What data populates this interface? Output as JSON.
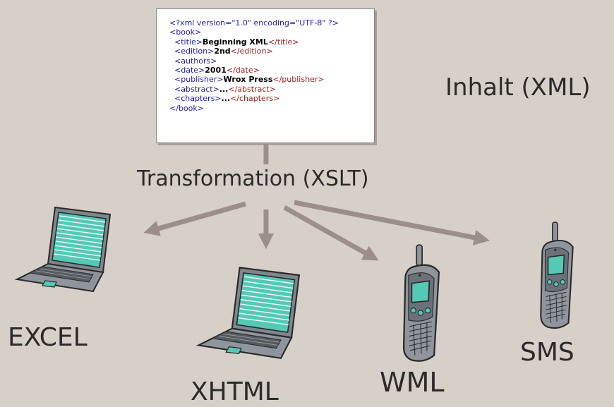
{
  "xml_document": {
    "lines": [
      {
        "indent": "",
        "parts": [
          {
            "t": "<?xml version=\"1.0\" encoding=\"UTF-8\" ?>",
            "c": "b"
          }
        ]
      },
      {
        "indent": "",
        "parts": [
          {
            "t": "<book>",
            "c": "b"
          }
        ]
      },
      {
        "indent": "  ",
        "parts": [
          {
            "t": "<title>",
            "c": "b"
          },
          {
            "t": "Beginning XML",
            "c": "v"
          },
          {
            "t": "</title>",
            "c": "r"
          }
        ]
      },
      {
        "indent": "  ",
        "parts": [
          {
            "t": "<edition>",
            "c": "b"
          },
          {
            "t": "2nd",
            "c": "v"
          },
          {
            "t": "</edition>",
            "c": "r"
          }
        ]
      },
      {
        "indent": "  ",
        "parts": [
          {
            "t": "<authors>",
            "c": "b"
          }
        ]
      },
      {
        "indent": "  ",
        "parts": [
          {
            "t": "<date>",
            "c": "b"
          },
          {
            "t": "2001",
            "c": "v"
          },
          {
            "t": "</date>",
            "c": "r"
          }
        ]
      },
      {
        "indent": "  ",
        "parts": [
          {
            "t": "<publisher>",
            "c": "b"
          },
          {
            "t": "Wrox Press",
            "c": "v"
          },
          {
            "t": "</publisher>",
            "c": "r"
          }
        ]
      },
      {
        "indent": "  ",
        "parts": [
          {
            "t": "<abstract>",
            "c": "b"
          },
          {
            "t": "...",
            "c": "v"
          },
          {
            "t": "</abstract>",
            "c": "r"
          }
        ]
      },
      {
        "indent": "  ",
        "parts": [
          {
            "t": "<chapters>",
            "c": "b"
          },
          {
            "t": "...",
            "c": "v"
          },
          {
            "t": "</chapters>",
            "c": "r"
          }
        ]
      },
      {
        "indent": "",
        "parts": [
          {
            "t": "</book>",
            "c": "b"
          }
        ]
      }
    ]
  },
  "labels": {
    "content": "Inhalt (XML)",
    "transformation": "Transformation (XSLT)",
    "excel": "EXCEL",
    "xhtml": "XHTML",
    "wml": "WML",
    "sms": "SMS"
  },
  "icons": {
    "excel": "laptop-icon",
    "xhtml": "laptop-icon",
    "wml": "mobile-phone-icon",
    "sms": "mobile-phone-icon"
  },
  "colors": {
    "background": "#d7d0c9",
    "arrow": "#9b8f88",
    "screen": "#55c9b5",
    "device_body": "#8f959c"
  }
}
